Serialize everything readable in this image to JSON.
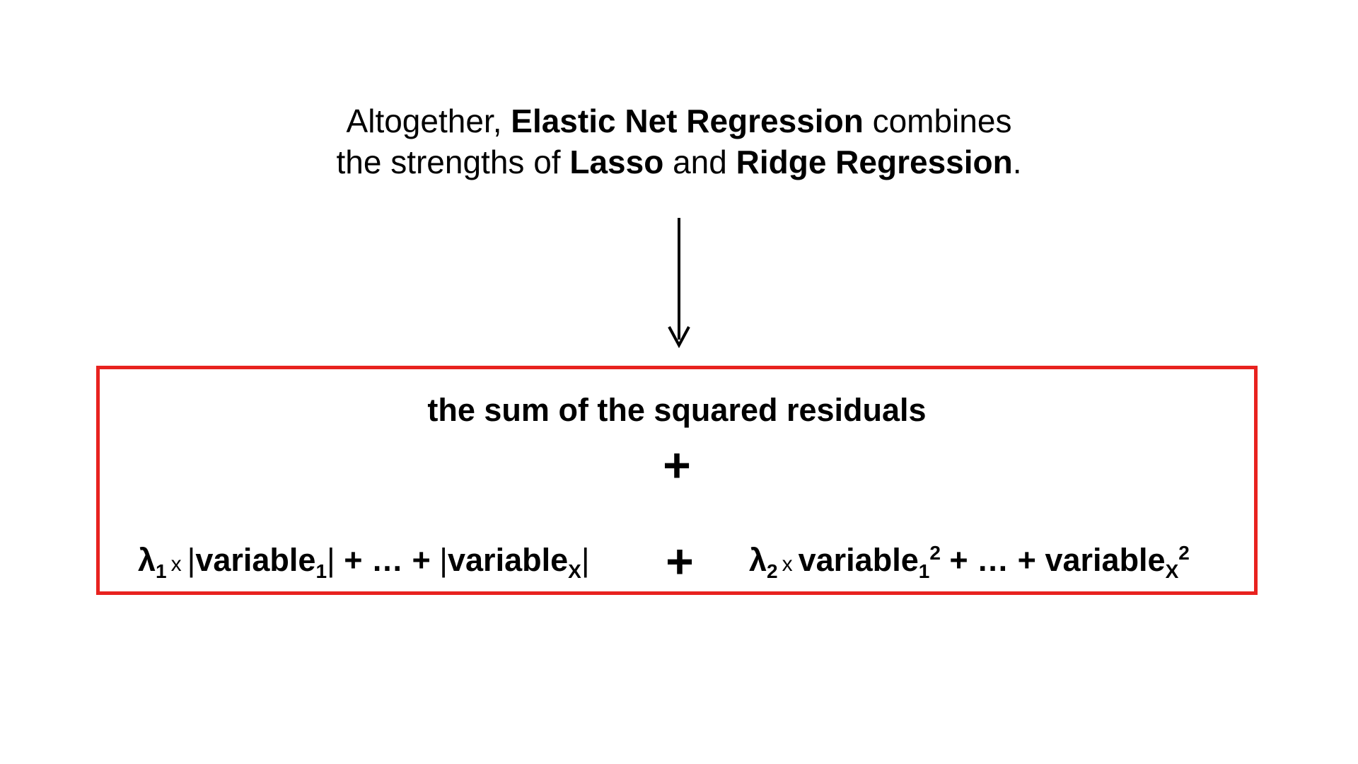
{
  "headline": {
    "line1_pre": "Altogether, ",
    "line1_bold": "Elastic Net Regression",
    "line1_post": " combines",
    "line2_pre": "the strengths of ",
    "line2_bold1": "Lasso",
    "line2_mid": " and ",
    "line2_bold2": "Ridge Regression",
    "line2_post": "."
  },
  "formula": {
    "ssr": "the sum of the squared residuals",
    "plus": "+",
    "lasso": {
      "lambda": "λ",
      "lambda_sub": "1",
      "times": "x",
      "bar_open": "|",
      "var1": "variable",
      "var1_sub": "1",
      "bar_close": "|",
      "middle": " + … + ",
      "bar_open2": "|",
      "varx": "variable",
      "varx_sub": "X",
      "bar_close2": "|"
    },
    "mid_plus": "+",
    "ridge": {
      "lambda": "λ",
      "lambda_sub": "2",
      "times": "x",
      "var1": "variable",
      "var1_sub": "1",
      "var1_sup": "2",
      "middle": " + … + ",
      "varx": "variable",
      "varx_sub": "X",
      "varx_sup": "2"
    }
  },
  "colors": {
    "box_border": "#e8221f",
    "text": "#000000",
    "background": "#ffffff"
  }
}
